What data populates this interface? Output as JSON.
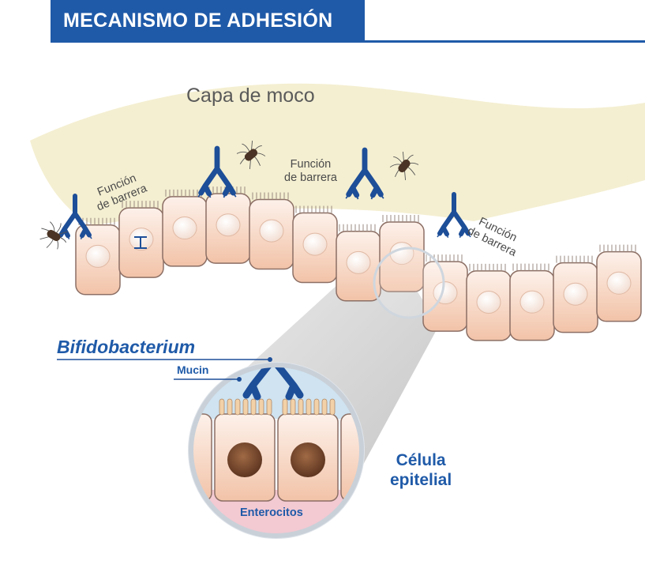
{
  "header": {
    "title": "MECANISMO DE ADHESIÓN"
  },
  "labels": {
    "mucus_layer": "Capa de moco",
    "barrier_1": [
      "Función",
      "de barrera"
    ],
    "barrier_2": [
      "Función",
      "de barrera"
    ],
    "barrier_3": [
      "Función",
      "de barrera"
    ],
    "bifidobacterium": "Bifidobacterium",
    "mucin": "Mucin",
    "epithelial_cell": [
      "Célula",
      "epitelial"
    ],
    "enterocytes": "Enterocitos"
  },
  "colors": {
    "brand_blue": "#1f5aa8",
    "mucin_blue": "#1d4e98",
    "mucus_yellow": "#f3efcf",
    "cell_pink": "#f6d2bd",
    "cell_border": "#8c6f65",
    "nucleus_brown": "#7a4a2e",
    "bacterium_dark": "#4a3324"
  },
  "icons": {
    "mucin": "y-shaped-mucin-icon",
    "bacterium": "flagellated-bacterium-icon",
    "cell": "enterocyte-cell-icon"
  }
}
